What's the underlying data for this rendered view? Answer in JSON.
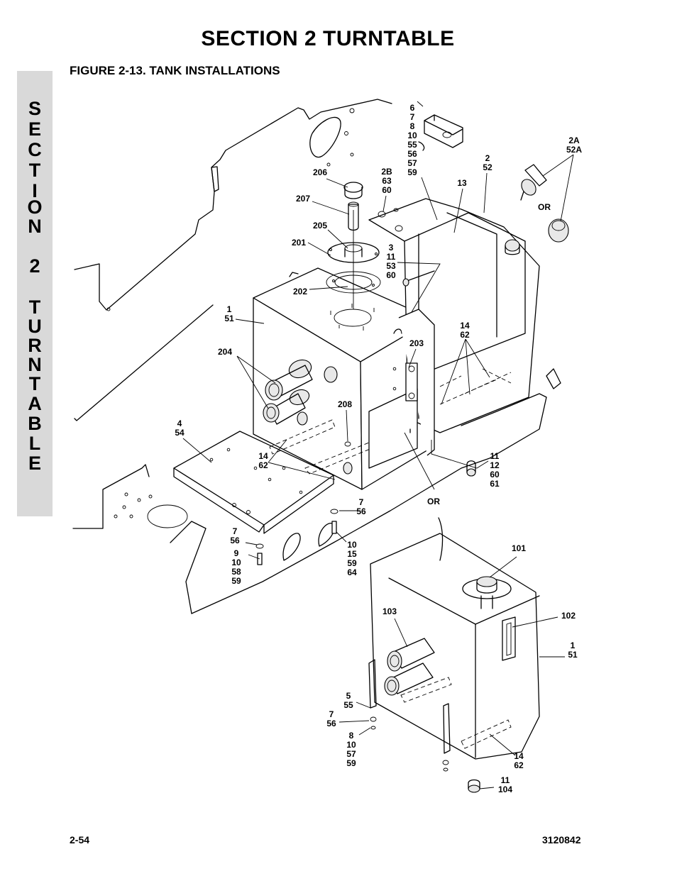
{
  "header": {
    "title": "SECTION 2   TURNTABLE",
    "figure_title": "FIGURE 2-13. TANK INSTALLATIONS"
  },
  "side_tab": {
    "letters": [
      "S",
      "E",
      "C",
      "T",
      "I",
      "O",
      "N",
      "",
      "2",
      "",
      "T",
      "U",
      "R",
      "N",
      "T",
      "A",
      "B",
      "L",
      "E"
    ]
  },
  "footer": {
    "page_number": "2-54",
    "document_number": "3120842"
  },
  "callouts": [
    {
      "id": "c-6-59",
      "lines": [
        "6",
        "7",
        "8",
        "10",
        "55",
        "56",
        "57",
        "59"
      ]
    },
    {
      "id": "c-2a-52a",
      "lines": [
        "2A",
        "52A"
      ]
    },
    {
      "id": "c-2-52",
      "lines": [
        "2",
        "52"
      ]
    },
    {
      "id": "c-13",
      "lines": [
        "13"
      ]
    },
    {
      "id": "c-206",
      "lines": [
        "206"
      ]
    },
    {
      "id": "c-2b-63-60",
      "lines": [
        "2B",
        "63",
        "60"
      ]
    },
    {
      "id": "c-207",
      "lines": [
        "207"
      ]
    },
    {
      "id": "c-or-cap",
      "lines": [
        "OR"
      ]
    },
    {
      "id": "c-205",
      "lines": [
        "205"
      ]
    },
    {
      "id": "c-201",
      "lines": [
        "201"
      ]
    },
    {
      "id": "c-3-60",
      "lines": [
        "3",
        "11",
        "53",
        "60"
      ]
    },
    {
      "id": "c-202",
      "lines": [
        "202"
      ]
    },
    {
      "id": "c-1-51-top",
      "lines": [
        "1",
        "51"
      ]
    },
    {
      "id": "c-14-62-right",
      "lines": [
        "14",
        "62"
      ]
    },
    {
      "id": "c-204",
      "lines": [
        "204"
      ]
    },
    {
      "id": "c-203",
      "lines": [
        "203"
      ]
    },
    {
      "id": "c-208",
      "lines": [
        "208"
      ]
    },
    {
      "id": "c-4-54",
      "lines": [
        "4",
        "54"
      ]
    },
    {
      "id": "c-14-62-left",
      "lines": [
        "14",
        "62"
      ]
    },
    {
      "id": "c-11-61",
      "lines": [
        "11",
        "12",
        "60",
        "61"
      ]
    },
    {
      "id": "c-or-tank",
      "lines": [
        "OR"
      ]
    },
    {
      "id": "c-7-56-mid",
      "lines": [
        "7",
        "56"
      ]
    },
    {
      "id": "c-7-56-left",
      "lines": [
        "7",
        "56"
      ]
    },
    {
      "id": "c-10-64",
      "lines": [
        "10",
        "15",
        "59",
        "64"
      ]
    },
    {
      "id": "c-9-59",
      "lines": [
        "9",
        "10",
        "58",
        "59"
      ]
    },
    {
      "id": "c-101",
      "lines": [
        "101"
      ]
    },
    {
      "id": "c-103",
      "lines": [
        "103"
      ]
    },
    {
      "id": "c-102",
      "lines": [
        "102"
      ]
    },
    {
      "id": "c-1-51-bottom",
      "lines": [
        "1",
        "51"
      ]
    },
    {
      "id": "c-5-55",
      "lines": [
        "5",
        "55"
      ]
    },
    {
      "id": "c-7-56-bottom",
      "lines": [
        "7",
        "56"
      ]
    },
    {
      "id": "c-8-59",
      "lines": [
        "8",
        "10",
        "57",
        "59"
      ]
    },
    {
      "id": "c-14-62-bottom",
      "lines": [
        "14",
        "62"
      ]
    },
    {
      "id": "c-11-104",
      "lines": [
        "11",
        "104"
      ]
    }
  ]
}
